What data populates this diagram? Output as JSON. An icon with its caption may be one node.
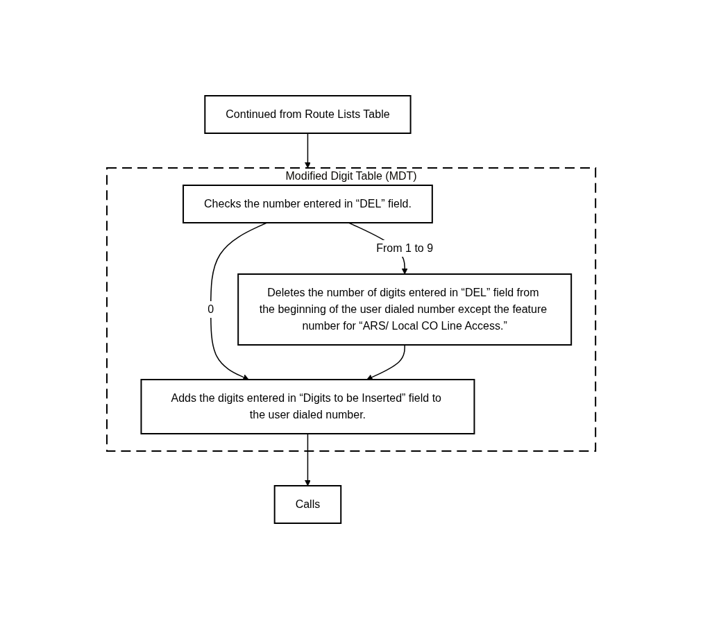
{
  "diagram": {
    "nodes": [
      {
        "text": [
          "Continued from Route Lists Table"
        ]
      },
      {
        "text": [
          "Modified Digit Table  (MDT)"
        ]
      },
      {
        "text": [
          "Checks the number entered in “DEL” field."
        ],
        "in": 1
      },
      {
        "text": [
          "Deletes the number of digits entered in “DEL” field from the beginning of the user dialed number except the feature number for “ARS/ Local CO Line Access.”"
        ],
        "in": 1
      },
      {
        "text": [
          "Adds the digits entered in “Digits to be Inserted” field to the user dialed number."
        ],
        "in": 1
      },
      {
        "text": [
          "Calls"
        ]
      }
    ],
    "edges": [
      {
        "from": 0,
        "to": 1,
        "arrow": "to"
      },
      {
        "from": 2,
        "to": 3,
        "arrow": "to",
        "label": "From 1 to 9"
      },
      {
        "from": 2,
        "to": 4,
        "arrow": "to",
        "label": "0"
      },
      {
        "from": 3,
        "to": 4,
        "arrow": "to"
      },
      {
        "from": 4,
        "to": 5,
        "arrow": "to"
      }
    ]
  }
}
